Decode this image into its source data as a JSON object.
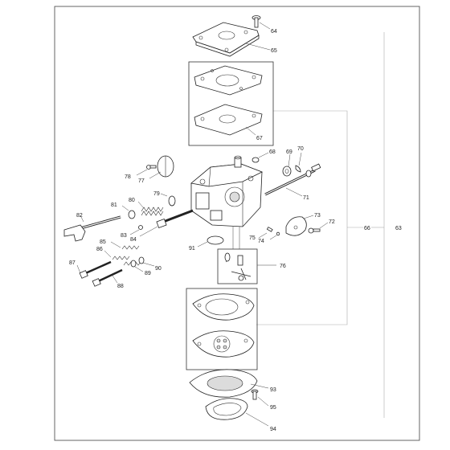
{
  "callouts": {
    "c63": "63",
    "c64": "64",
    "c65": "65",
    "c66": "66",
    "c67": "67",
    "c68": "68",
    "c69": "69",
    "c70": "70",
    "c71": "71",
    "c72": "72",
    "c73": "73",
    "c74": "74",
    "c75": "75",
    "c76": "76",
    "c77": "77",
    "c78": "78",
    "c79": "79",
    "c80": "80",
    "c81": "81",
    "c82": "82",
    "c83": "83",
    "c84": "84",
    "c85": "85",
    "c86": "86",
    "c87": "87",
    "c88": "88",
    "c89": "89",
    "c90": "90",
    "c91": "91",
    "c93": "93",
    "c94": "94",
    "c95": "95"
  },
  "colors": {
    "line": "#222222",
    "background": "#ffffff",
    "bracket": "#aaaaaa"
  }
}
